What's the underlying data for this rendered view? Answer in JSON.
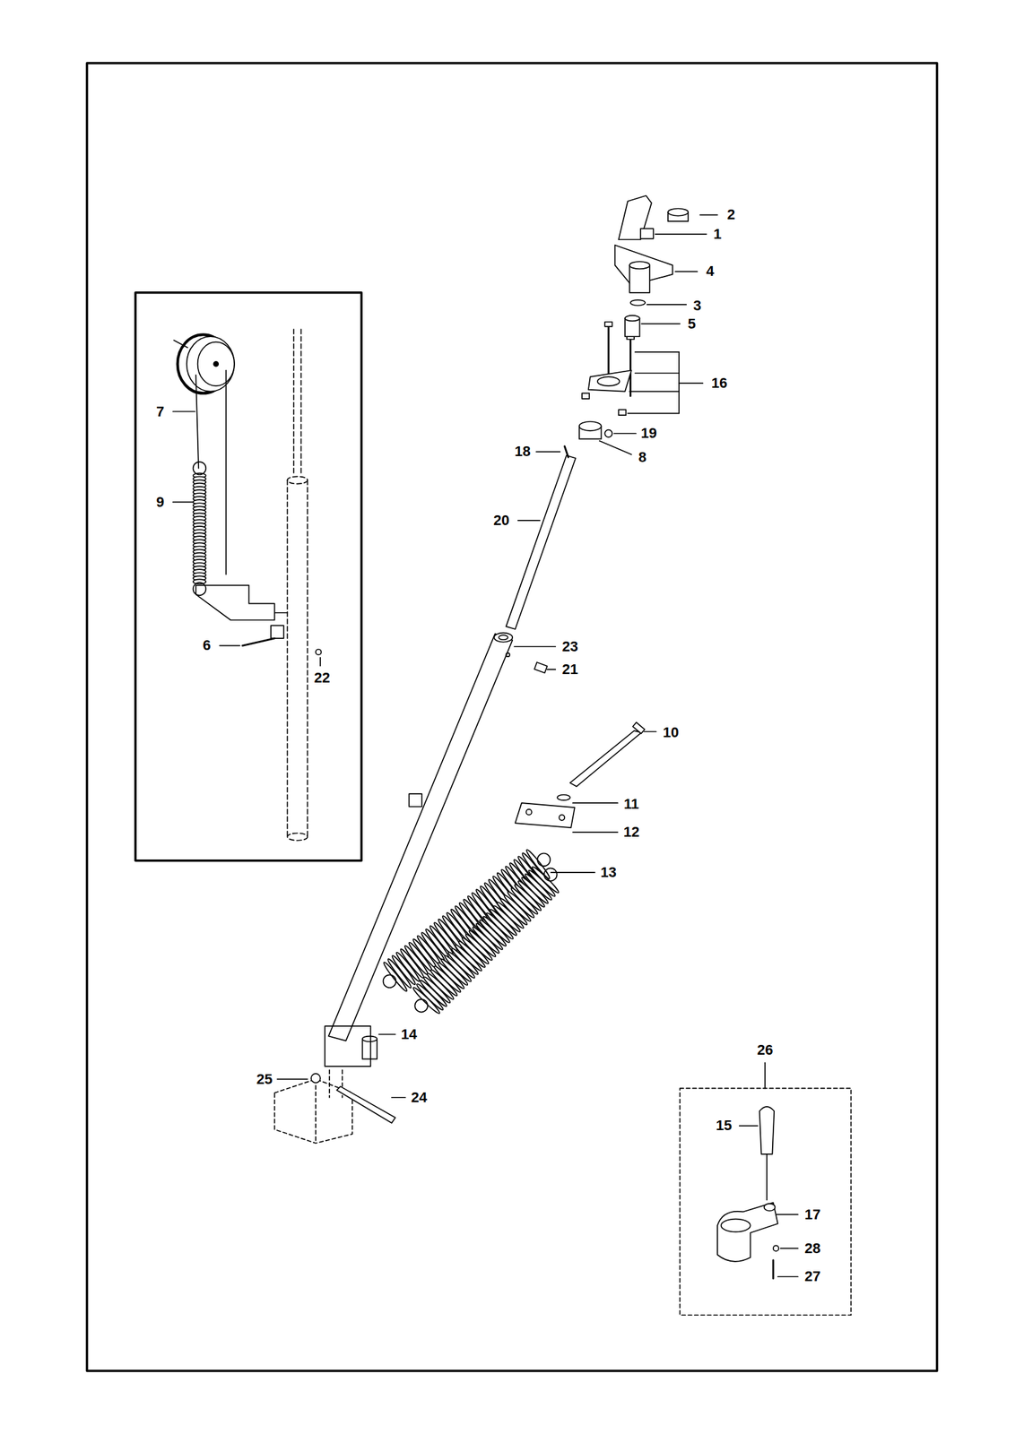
{
  "diagram": {
    "labels": [
      "2",
      "1",
      "4",
      "3",
      "5",
      "16",
      "19",
      "18",
      "8",
      "20",
      "7",
      "9",
      "6",
      "22",
      "23",
      "21",
      "10",
      "11",
      "12",
      "13",
      "14",
      "25",
      "24",
      "26",
      "15",
      "17",
      "28",
      "27"
    ]
  }
}
